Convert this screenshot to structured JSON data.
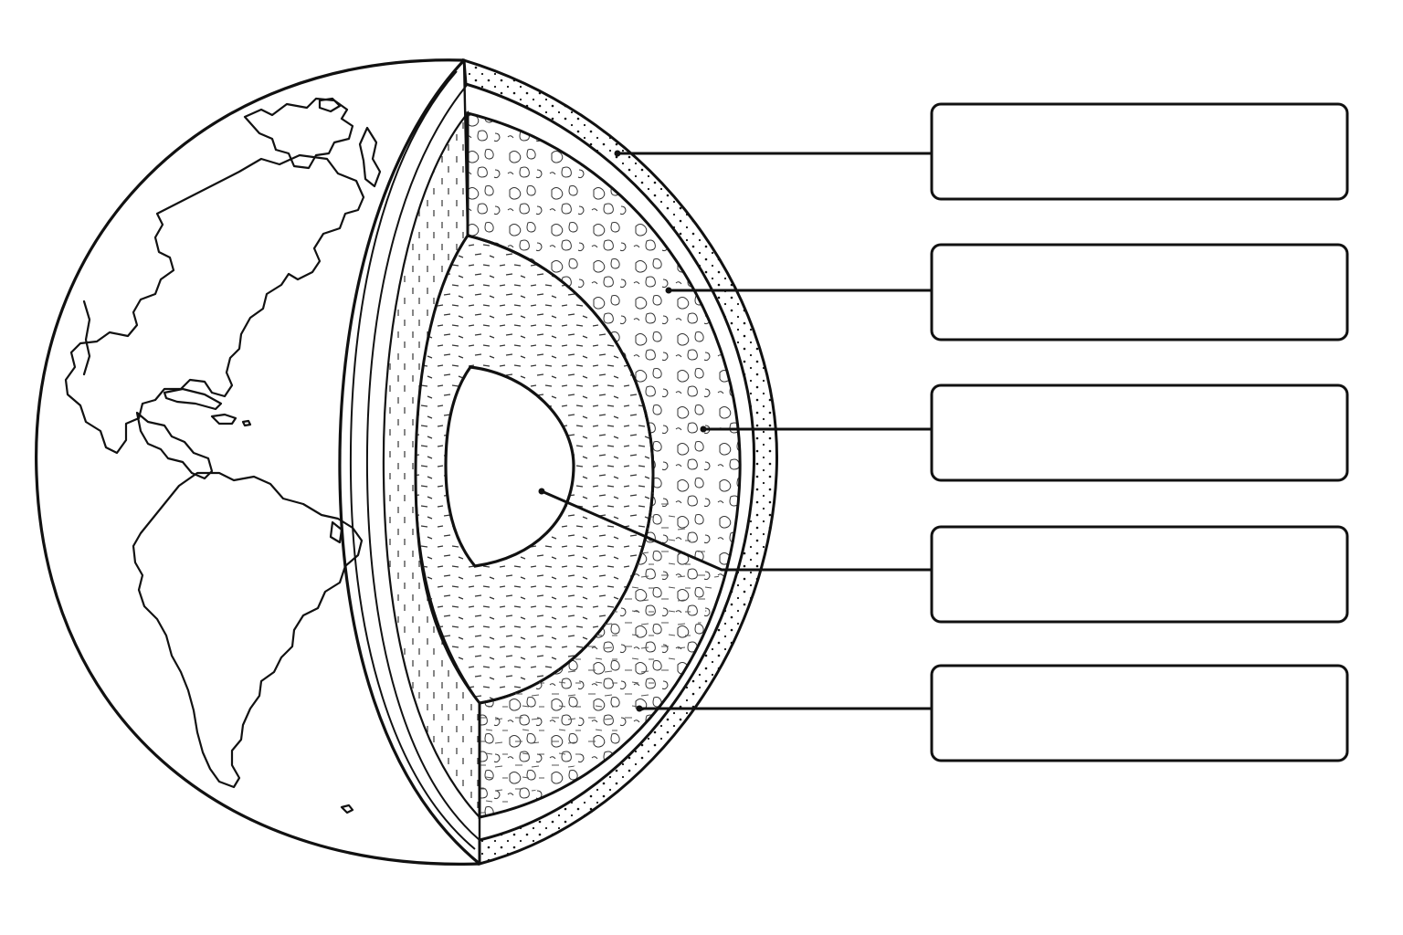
{
  "diagram": {
    "subject": "earth-layers-cutaway",
    "colors": {
      "line": "#111111",
      "background": "#ffffff"
    },
    "labels": [
      {
        "id": "label-1",
        "layer": "crust",
        "text": ""
      },
      {
        "id": "label-2",
        "layer": "upper-mantle",
        "text": ""
      },
      {
        "id": "label-3",
        "layer": "mantle",
        "text": ""
      },
      {
        "id": "label-4",
        "layer": "inner-core",
        "text": ""
      },
      {
        "id": "label-5",
        "layer": "outer-core",
        "text": ""
      }
    ]
  }
}
